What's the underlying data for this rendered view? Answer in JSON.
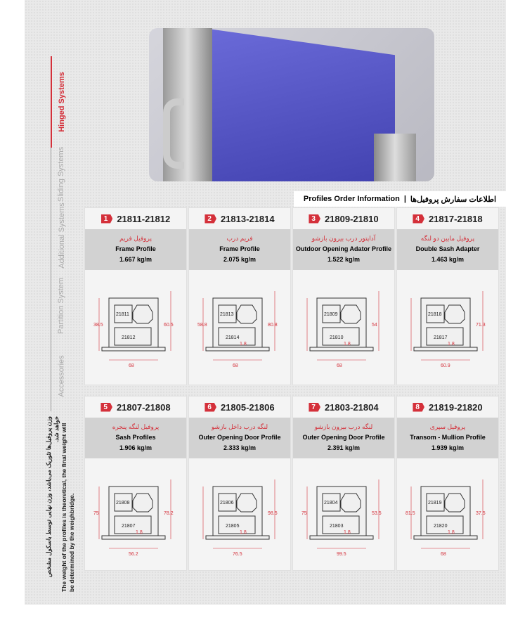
{
  "sidebar": {
    "tabs": [
      "Hinged Systems",
      "Sliding Systems",
      "Additional Systems",
      "Partition System",
      "Accessories"
    ],
    "active": "Hinged Systems",
    "note_fa": "وزن پروفیل‌ها تئوریک می‌باشد، وزن نهایی توسط باسکول مشخص خواهد شد.",
    "note_en": "The weight of the profiles is theoretical, the final weight will be determined by the weighbridge."
  },
  "header": {
    "en": "Profiles Order Information",
    "sep": "|",
    "fa": "اطلاعات سفارش پروفیل‌ها"
  },
  "profiles": [
    {
      "n": "1",
      "code": "21811-21812",
      "fa": "پروفیل فریم",
      "en": "Frame Profile",
      "w": "1.667 kg/m",
      "dims": [
        "21811",
        "21812",
        "38.5",
        "60.5",
        "68",
        ""
      ]
    },
    {
      "n": "2",
      "code": "21813-21814",
      "fa": "فریم درب",
      "en": "Frame Profile",
      "w": "2.075 kg/m",
      "dims": [
        "21813",
        "21814",
        "58.8",
        "80.8",
        "68",
        "1.8"
      ]
    },
    {
      "n": "3",
      "code": "21809-21810",
      "fa": "آداپتور درب بیرون بازشو",
      "en": "Outdoor Opening Adator Profile",
      "w": "1.522 kg/m",
      "dims": [
        "21809",
        "21810",
        "",
        "54",
        "68",
        "1.8"
      ]
    },
    {
      "n": "4",
      "code": "21817-21818",
      "fa": "پروفیل مابین دو لنگه",
      "en": "Double Sash Adapter",
      "w": "1.463 kg/m",
      "dims": [
        "21818",
        "21817",
        "",
        "71.3",
        "60.9",
        "1.8"
      ]
    },
    {
      "n": "5",
      "code": "21807-21808",
      "fa": "پروفیل لنگه پنجره",
      "en": "Sash Profiles",
      "w": "1.906 kg/m",
      "dims": [
        "21808",
        "21807",
        "75",
        "78.2",
        "56.2",
        "1.8"
      ]
    },
    {
      "n": "6",
      "code": "21805-21806",
      "fa": "لنگه درب داخل بازشو",
      "en": "Outer Opening Door Profile",
      "w": "2.333 kg/m",
      "dims": [
        "21806",
        "21805",
        "",
        "98.5",
        "76.5",
        "1.8"
      ]
    },
    {
      "n": "7",
      "code": "21803-21804",
      "fa": "لنگه درب بیرون بازشو",
      "en": "Outer Opening Door Profile",
      "w": "2.391 kg/m",
      "dims": [
        "21804",
        "21803",
        "75",
        "53.5",
        "99.5",
        "1.8"
      ]
    },
    {
      "n": "8",
      "code": "21819-21820",
      "fa": "پروفیل سپری",
      "en": "Transom - Mullion Profile",
      "w": "1.939 kg/m",
      "dims": [
        "21819",
        "21820",
        "81.5",
        "37.5",
        "68",
        "1.8"
      ]
    }
  ]
}
